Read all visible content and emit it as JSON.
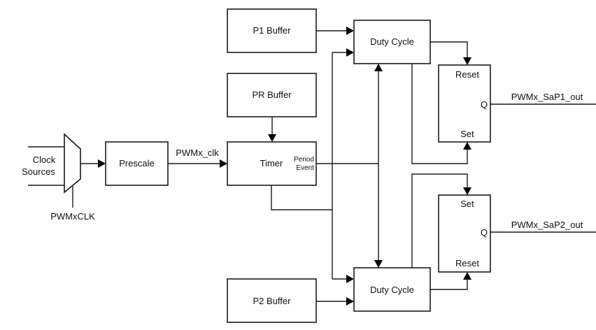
{
  "diagram": {
    "title": "PWM block diagram (Set and Phase mode)",
    "inputs": {
      "clock_sources_line1": "Clock",
      "clock_sources_line2": "Sources",
      "mux_select": "PWMxCLK"
    },
    "blocks": {
      "prescale": "Prescale",
      "timer": "Timer",
      "period_event_line1": "Period",
      "period_event_line2": "Event",
      "p1_buffer": "P1 Buffer",
      "pr_buffer": "PR Buffer",
      "p2_buffer": "P2 Buffer",
      "duty_cycle_1": "Duty Cycle",
      "duty_cycle_2": "Duty Cycle"
    },
    "signals": {
      "pwm_clk": "PWMx_clk",
      "out1": "PWMx_SaP1_out",
      "out2": "PWMx_SaP2_out"
    },
    "latch1": {
      "top": "Reset",
      "q": "Q",
      "bottom": "Set"
    },
    "latch2": {
      "top": "Set",
      "q": "Q",
      "bottom": "Reset"
    }
  }
}
